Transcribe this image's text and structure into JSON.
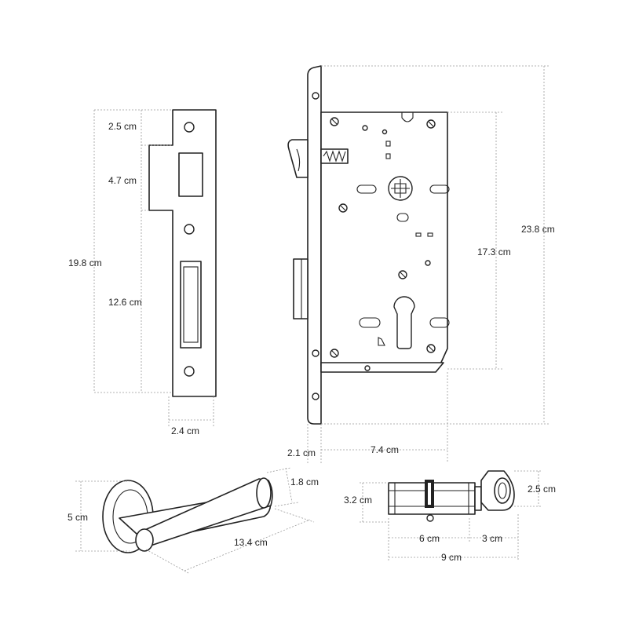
{
  "dimensions": {
    "strike_top": "2.5 cm",
    "strike_latch": "4.7 cm",
    "strike_total": "19.8 cm",
    "strike_bolt": "12.6 cm",
    "strike_width": "2.4 cm",
    "case_height": "17.3 cm",
    "faceplate_height": "23.8 cm",
    "faceplate_width": "2.1 cm",
    "backset": "7.4 cm",
    "handle_height": "1.8 cm",
    "rose_diameter": "5 cm",
    "handle_length": "13.4 cm",
    "cylinder_height": "3.2 cm",
    "thumbturn_height": "2.5 cm",
    "cylinder_a": "6 cm",
    "cylinder_b": "3 cm",
    "cylinder_total": "9 cm"
  },
  "colors": {
    "line": "#222222",
    "dimension_line": "#9a9a9a",
    "background": "#ffffff"
  }
}
